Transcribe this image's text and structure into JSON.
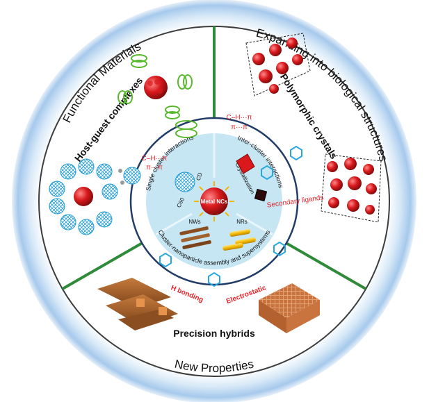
{
  "outer_ring": {
    "top_left": "Functional Materials",
    "top_right": "Expanding into biological structures",
    "bottom": "New Properties"
  },
  "middle_ring": {
    "host_guest": "Host-guest complexes",
    "polymorphic": "Polymorphic crystals",
    "precision_hybrids": "Precision hybrids",
    "ch_pi_top": "C–H···π",
    "pi_pi_top": "π···π",
    "secondary_ligands": "Secondary ligands",
    "h_bonding": "H bonding",
    "electrostatic": "Electrostatic"
  },
  "inner_ring": {
    "single_cluster": "Single cluster interactions",
    "inter_cluster": "Inter-cluster interactions",
    "assembly": "Cluster-nanoparticle assembly and supersystems",
    "ch_pi": "C–H···π",
    "pi_pi": "π···π",
    "cd": "CD",
    "c60": "C60",
    "crystallization": "Crystallization",
    "nws": "NWs",
    "nrs": "NRs"
  },
  "center": {
    "label": "Metal NCs"
  },
  "colors": {
    "accent_red": "#e8232a",
    "divider_green": "#2f8a3a",
    "halo_blue": "#9cc3ea",
    "inner_fill": "#bfe3f1",
    "cluster_red": "#d9191c",
    "ligand_yellow": "#f2b800",
    "wood_brown": "#a0612c"
  }
}
